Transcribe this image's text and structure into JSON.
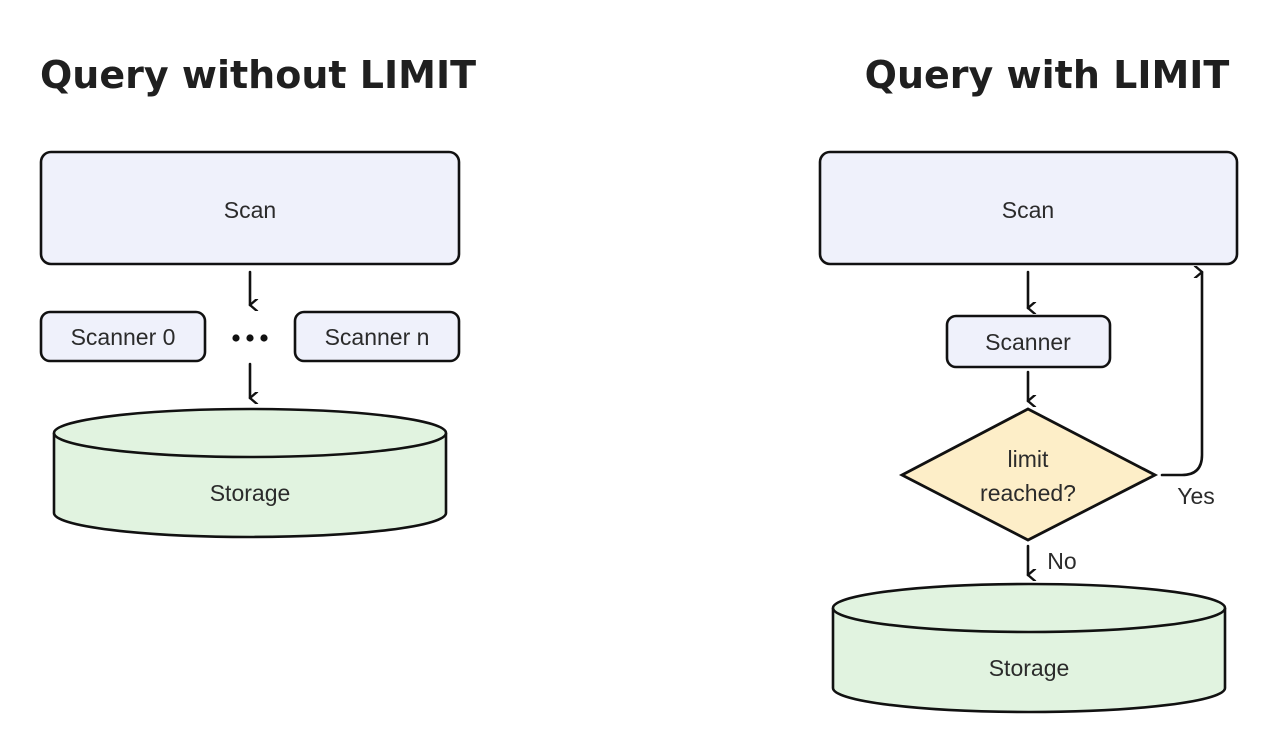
{
  "left": {
    "title": "Query without LIMIT",
    "scan_label": "Scan",
    "scanner_first": "Scanner 0",
    "scanner_last": "Scanner n",
    "storage_label": "Storage"
  },
  "right": {
    "title": "Query with LIMIT",
    "scan_label": "Scan",
    "scanner_label": "Scanner",
    "decision_line1": "limit",
    "decision_line2": "reached?",
    "yes_label": "Yes",
    "no_label": "No",
    "storage_label": "Storage"
  },
  "colors": {
    "operator_fill": "#eff1fb",
    "storage_fill": "#e1f3e0",
    "decision_fill": "#fdeec8",
    "stroke": "#111111"
  }
}
